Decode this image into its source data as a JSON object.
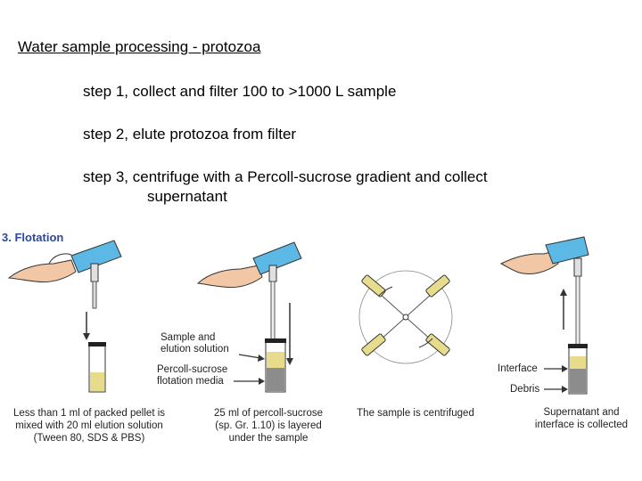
{
  "title": "Water sample processing - protozoa",
  "steps": [
    {
      "line1": "step 1, collect and filter 100 to >1000 L sample",
      "line2": ""
    },
    {
      "line1": "step 2, elute protozoa from filter",
      "line2": ""
    },
    {
      "line1": "step 3, centrifuge with a Percoll-sucrose gradient and collect",
      "line2": "supernatant"
    }
  ],
  "figure": {
    "section_label": "3. Flotation",
    "panels": [
      {
        "caption": [
          "Less than 1 ml of packed pellet is",
          "mixed with 20 ml elution solution",
          "(Tween 80, SDS & PBS)"
        ]
      },
      {
        "caption": [
          "25 ml of percoll-sucrose",
          "(sp. Gr. 1.10) is layered",
          "under the sample"
        ],
        "labels": [
          "Sample and",
          "elution solution",
          "Percoll-sucrose",
          "flotation media"
        ]
      },
      {
        "caption": [
          "The sample is centrifuged"
        ]
      },
      {
        "caption": [
          "Supernatant and",
          "interface is collected"
        ],
        "labels": [
          "Interface",
          "Debris"
        ]
      }
    ],
    "colors": {
      "pipette_blue": "#5cb8e4",
      "sample_yellow": "#e6dc8c",
      "media_gray": "#8c8c8c",
      "arrow": "#333333",
      "label_blue": "#2e4a9c"
    }
  }
}
